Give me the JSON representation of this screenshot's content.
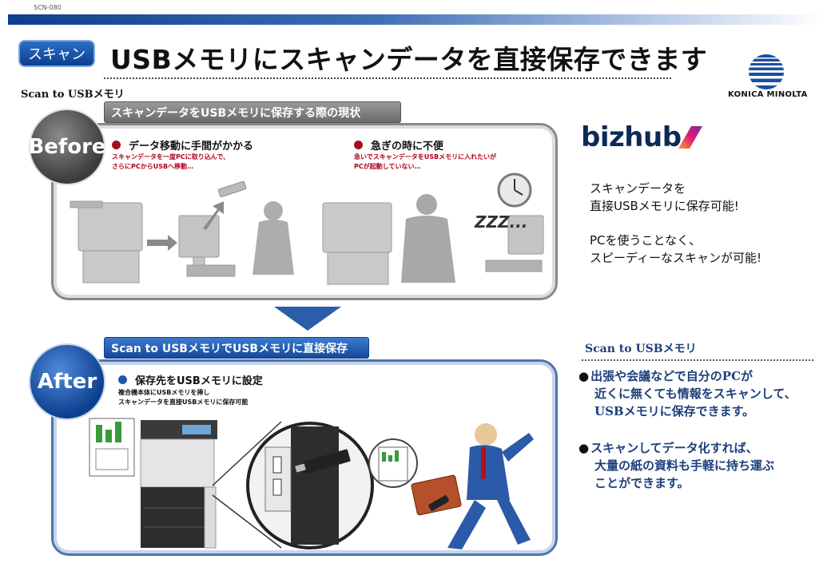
{
  "header": {
    "code": "SCN-080",
    "badge": "スキャン",
    "title": "USBメモリにスキャンデータを直接保存できます",
    "subtitle": "Scan to USBメモリ",
    "logo_text": "KONICA MINOLTA"
  },
  "before": {
    "tag": "スキャンデータをUSBメモリに保存する際の現状",
    "circle_label": "Before",
    "point1": {
      "heading": "データ移動に手間がかかる",
      "line1": "スキャンデータを一度PCに取り込んで、",
      "line2": "さらにPCからUSBへ移動…"
    },
    "point2": {
      "heading": "急ぎの時に不便",
      "line1": "急いでスキャンデータをUSBメモリに入れたいが",
      "line2": "PCが起動していない…"
    },
    "zzz": "ZZZ..."
  },
  "after": {
    "tag": "Scan to USBメモリでUSBメモリに直接保存",
    "circle_label": "After",
    "point1": {
      "heading": "保存先をUSBメモリに設定",
      "line1": "複合機本体にUSBメモリを挿し",
      "line2": "スキャンデータを直接USBメモリに保存可能"
    }
  },
  "right": {
    "brand": "bizhub",
    "text1_line1": "スキャンデータを",
    "text1_line2": "直接USBメモリに保存可能!",
    "text2_line1": "PCを使うことなく、",
    "text2_line2": "スピーディーなスキャンが可能!",
    "section_title": "Scan to USBメモリ",
    "bullet1_line1": "出張や会議などで自分のPCが",
    "bullet1_line2": "近くに無くても情報をスキャンして、",
    "bullet1_line3": "USBメモリに保存できます。",
    "bullet2_line1": "スキャンしてデータ化すれば、",
    "bullet2_line2": "大量の紙の資料も手軽に持ち運ぶ",
    "bullet2_line3": "ことができます。"
  },
  "colors": {
    "brand_blue": "#0c3f8f",
    "before_red": "#a3101c",
    "after_blue": "#1e5aa8"
  }
}
